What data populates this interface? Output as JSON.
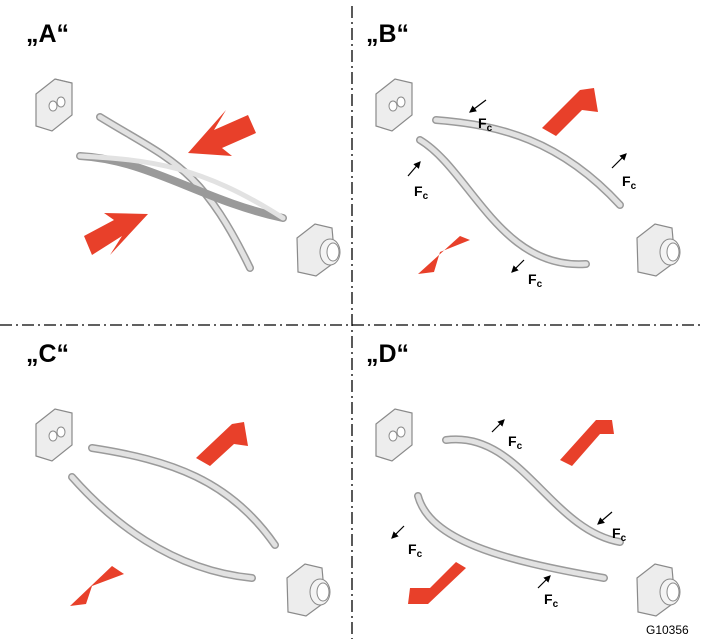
{
  "quadrants": [
    {
      "id": "A",
      "label": "„A“"
    },
    {
      "id": "B",
      "label": "„B“"
    },
    {
      "id": "C",
      "label": "„C“"
    },
    {
      "id": "D",
      "label": "„D“"
    }
  ],
  "force_label": "F",
  "force_subscript": "c",
  "drawing_code": "G10356",
  "colors": {
    "arrow": "#e8402a",
    "divider": "#000000",
    "tube_fill": "#dcdcdc",
    "tube_edge": "#9a9a9a",
    "block_fill": "#ededed",
    "block_edge": "#8a8a8a"
  }
}
